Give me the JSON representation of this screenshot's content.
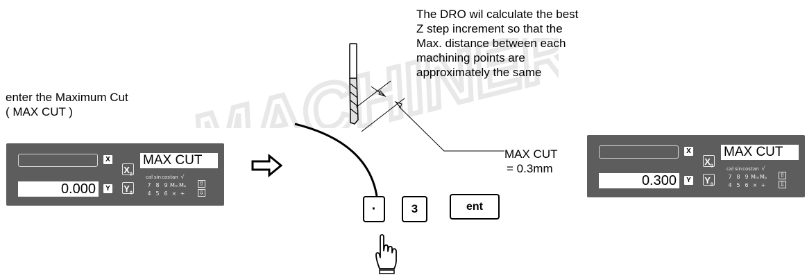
{
  "left_caption": [
    "enter the Maximum Cut",
    "( MAX CUT )"
  ],
  "top_note": [
    "The DRO wil calculate the best",
    "Z step increment so that the",
    "Max. distance between each",
    "machining points are",
    "approximately the same"
  ],
  "dimension_label": [
    "MAX CUT",
    "= 0.3mm"
  ],
  "watermark": "MACHINERY",
  "left_display": {
    "x_key": "X",
    "y_key": "Y",
    "x_zero_key": "X",
    "y_zero_key": "Y",
    "message": "MAX CUT",
    "y_value": "0.000",
    "keypad_row1": [
      "cal",
      "sin",
      "cos",
      "tan",
      "√"
    ],
    "keypad_row2": [
      "7",
      "8",
      "9",
      "Mₘ",
      "Mₐ"
    ],
    "keypad_row3": [
      "4",
      "5",
      "6",
      "×",
      "+"
    ]
  },
  "right_display": {
    "x_key": "X",
    "y_key": "Y",
    "x_zero_key": "X",
    "y_zero_key": "Y",
    "message": "MAX CUT",
    "y_value": "0.300",
    "keypad_row1": [
      "cal",
      "sin",
      "cos",
      "tan",
      "√"
    ],
    "keypad_row2": [
      "7",
      "8",
      "9",
      "Mₘ",
      "Mₐ"
    ],
    "keypad_row3": [
      "4",
      "5",
      "6",
      "×",
      "+"
    ]
  },
  "keys": {
    "dot": "·",
    "three": "3",
    "enter": "ent"
  },
  "icons": {
    "flow_arrow": "right-outline-arrow-icon",
    "hand": "pointing-hand-icon",
    "arrow_up": "⇧",
    "arrow_down": "⇩"
  }
}
